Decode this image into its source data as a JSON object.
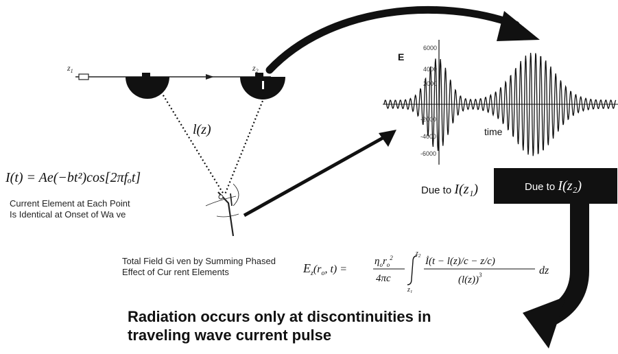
{
  "antenna": {
    "z1_label": "z",
    "z1_sub": "1",
    "z2_label": "z",
    "z2_sub": "2",
    "distance_label": "l(z)"
  },
  "current_equation": "I(t) = Ae(−bt²)cos[2πfₒt]",
  "current_caption": {
    "line1": "Current Element at  Each Point",
    "line2": "Is Identical at Onset of Wa ve"
  },
  "plot": {
    "ylabel": "E",
    "xlabel": "time",
    "ytick_labels": [
      "6000",
      "4000",
      "2000",
      "-2000",
      "-4000",
      "-6000"
    ]
  },
  "due_labels": {
    "z1_prefix": "Due to ",
    "z1_math": "I(z₁)",
    "z2_prefix": "Due to ",
    "z2_math": "I(z₂)"
  },
  "total_caption": {
    "line1": "Total Field Gi ven by Summing  Phased",
    "line2": "Effect of Cur rent Elements"
  },
  "field_equation": {
    "lhs": "E",
    "lhs_sub": "z",
    "lhs_args": "(r",
    "lhs_args_sub": "o",
    "lhs_args_end": ", t) =",
    "coef_num": "η",
    "coef_num_sub": "o",
    "coef_num2": "r",
    "coef_num2_sub": "o",
    "coef_num2_sup": "2",
    "coef_den": "4πc",
    "int_upper": "z",
    "int_upper_sub": "2",
    "int_lower": "z",
    "int_lower_sub": "1",
    "integrand_num": "İ(t − l(z)/c − z/c)",
    "integrand_den": "(l(z))",
    "integrand_den_sup": "3",
    "dz": "dz"
  },
  "headline": {
    "line1": "Radiation occurs only at discontinuities in",
    "line2": "traveling wave current pulse"
  },
  "colors": {
    "ink": "#111111",
    "background": "#ffffff",
    "label_box": "#111111"
  }
}
